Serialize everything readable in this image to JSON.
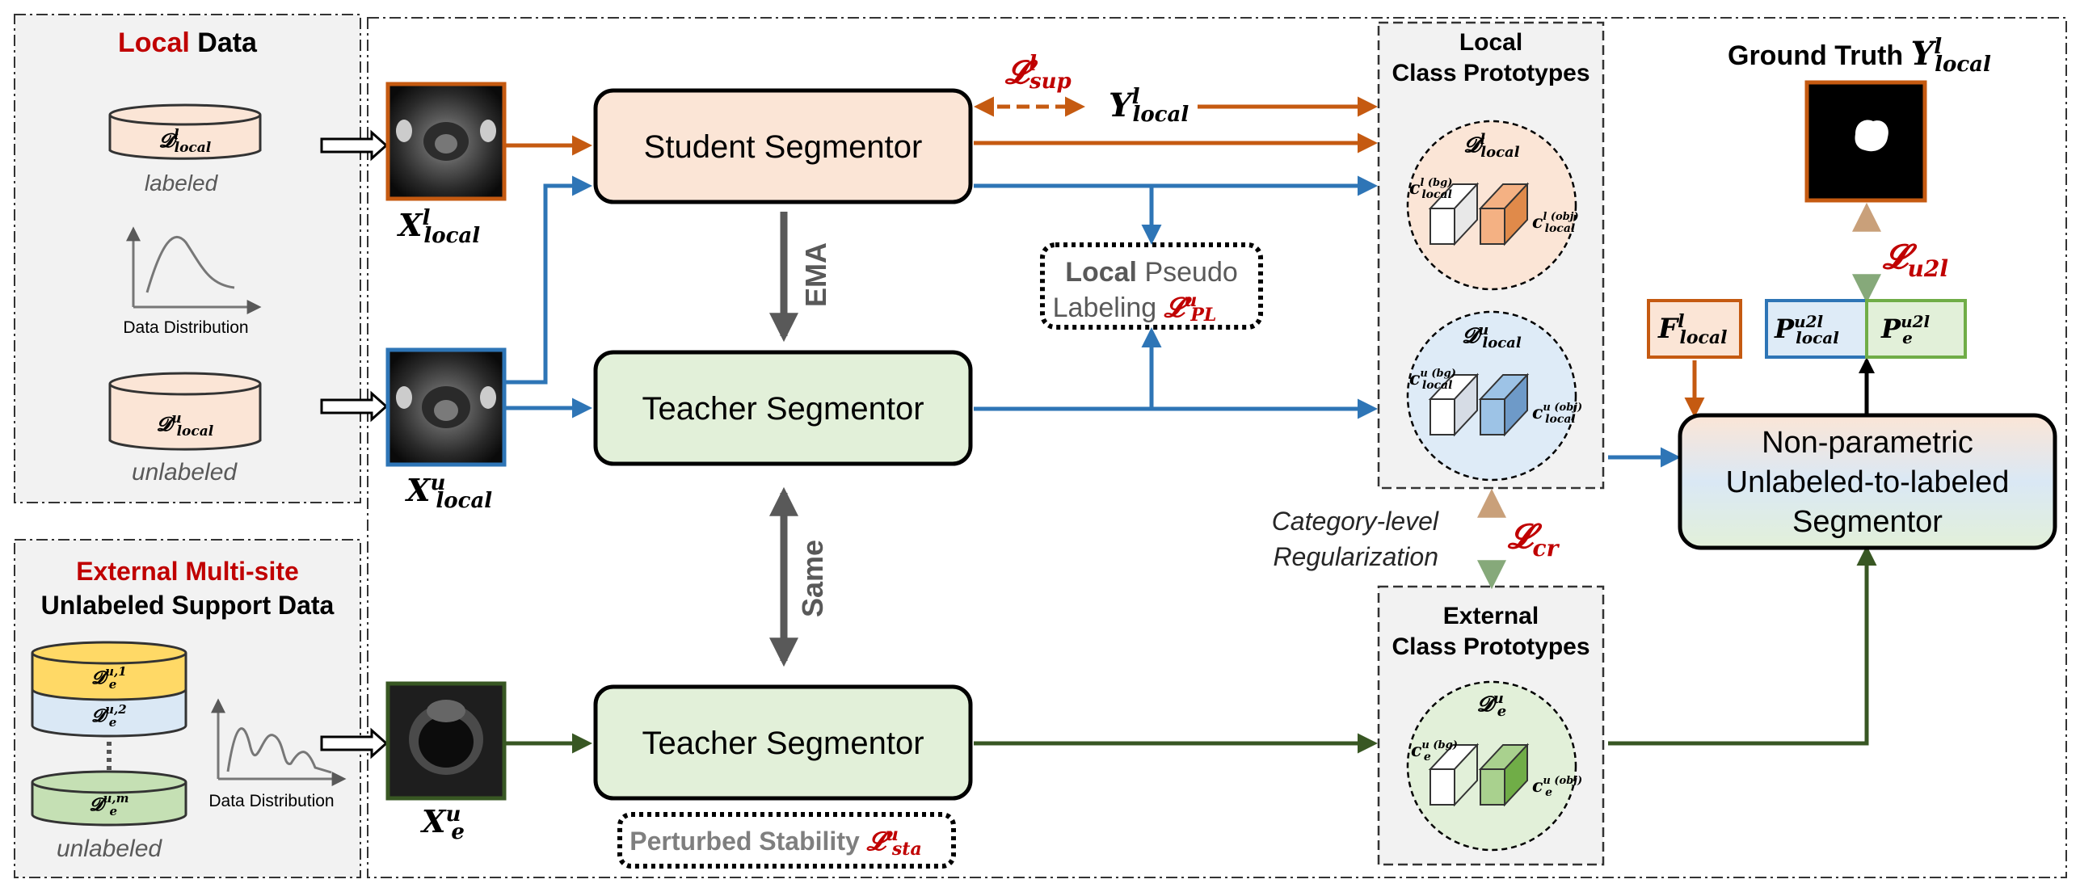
{
  "colors": {
    "orange": "#C55A11",
    "blue": "#2E75B6",
    "green": "#385723",
    "red": "#C00000",
    "gray_arrow": "#595959",
    "student_fill": "#FBE5D6",
    "teacher_fill": "#E2F0D9",
    "panel_bg": "#F2F2F2",
    "yellow": "#FFD966",
    "light_blue": "#DAE8F5",
    "light_green": "#C5E0B4"
  },
  "local_panel": {
    "title_highlight": "Local",
    "title_rest": " Data",
    "db_labeled": {
      "sym": "𝓓",
      "sup": "l",
      "sub": "local"
    },
    "db_unlabeled": {
      "sym": "𝓓",
      "sup": "u",
      "sub": "local"
    },
    "labeled_caption": "labeled",
    "unlabeled_caption": "unlabeled",
    "dist_caption": "Data Distribution"
  },
  "external_panel": {
    "title_line1": "External Multi-site",
    "title_line2": "Unlabeled Support Data",
    "db_sites": [
      {
        "sym": "𝓓",
        "sup": "u,1",
        "sub": "e"
      },
      {
        "sym": "𝓓",
        "sup": "u,2",
        "sub": "e"
      },
      {
        "sym": "𝓓",
        "sup": "u,m",
        "sub": "e"
      }
    ],
    "unlabeled_caption": "unlabeled",
    "dist_caption": "Data Distribution"
  },
  "inputs": {
    "x_local_l": {
      "sym": "X",
      "sup": "l",
      "sub": "local"
    },
    "x_local_u": {
      "sym": "X",
      "sup": "u",
      "sub": "local"
    },
    "x_e_u": {
      "sym": "X",
      "sup": "u",
      "sub": "e"
    }
  },
  "segmentors": {
    "student": "Student Segmentor",
    "teacher_top": "Teacher Segmentor",
    "teacher_bottom": "Teacher Segmentor",
    "ema": "EMA",
    "same": "Same"
  },
  "losses": {
    "sup": {
      "sym": "𝓛",
      "sup": "l",
      "sub": "sup"
    },
    "y_local": {
      "sym": "Y",
      "sup": "l",
      "sub": "local"
    },
    "pseudo_line1_bold": "Local",
    "pseudo_line1_rest": " Pseudo",
    "pseudo_line2": "Labeling ",
    "pl": {
      "sym": "𝓛",
      "sup": "u",
      "sub": "PL"
    },
    "stability_text": "Perturbed Stability ",
    "sta": {
      "sym": "𝓛",
      "sup": "u",
      "sub": "sta"
    },
    "cr": {
      "sym": "𝓛",
      "sub": "cr"
    },
    "cr_caption_line1": "Category-level",
    "cr_caption_line2": "Regularization",
    "u2l": {
      "sym": "𝓛",
      "sub": "u2l"
    }
  },
  "prototypes": {
    "local_title_line1": "Local",
    "local_title_line2": "Class Prototypes",
    "external_title_line1": "External",
    "external_title_line2": "Class Prototypes",
    "local_l_set": {
      "sym": "𝓓",
      "sup": "l",
      "sub": "local"
    },
    "local_u_set": {
      "sym": "𝓓",
      "sup": "u",
      "sub": "local"
    },
    "ext_set": {
      "sym": "𝓓",
      "sup": "u",
      "sub": "e"
    },
    "c_l_bg": {
      "sym": "c",
      "sup": "l (bg)",
      "sub": "local"
    },
    "c_l_obj": {
      "sym": "c",
      "sup": "l (obj)",
      "sub": "local"
    },
    "c_u_bg": {
      "sym": "c",
      "sup": "u (bg)",
      "sub": "local"
    },
    "c_u_obj": {
      "sym": "c",
      "sup": "u (obj)",
      "sub": "local"
    },
    "c_e_bg": {
      "sym": "c",
      "sup": "u (bg)",
      "sub": "e"
    },
    "c_e_obj": {
      "sym": "c",
      "sup": "u (obj)",
      "sub": "e"
    }
  },
  "right_side": {
    "gt_text": "Ground Truth ",
    "gt_sym": {
      "sym": "Y",
      "sup": "l",
      "sub": "local"
    },
    "f_local": {
      "sym": "F",
      "sup": "l",
      "sub": "local"
    },
    "p_local": {
      "sym": "P",
      "sup": "u2l",
      "sub": "local"
    },
    "p_e": {
      "sym": "P",
      "sup": "u2l",
      "sub": "e"
    },
    "nonparam_line1": "Non-parametric",
    "nonparam_line2": "Unlabeled-to-labeled",
    "nonparam_line3": "Segmentor"
  }
}
